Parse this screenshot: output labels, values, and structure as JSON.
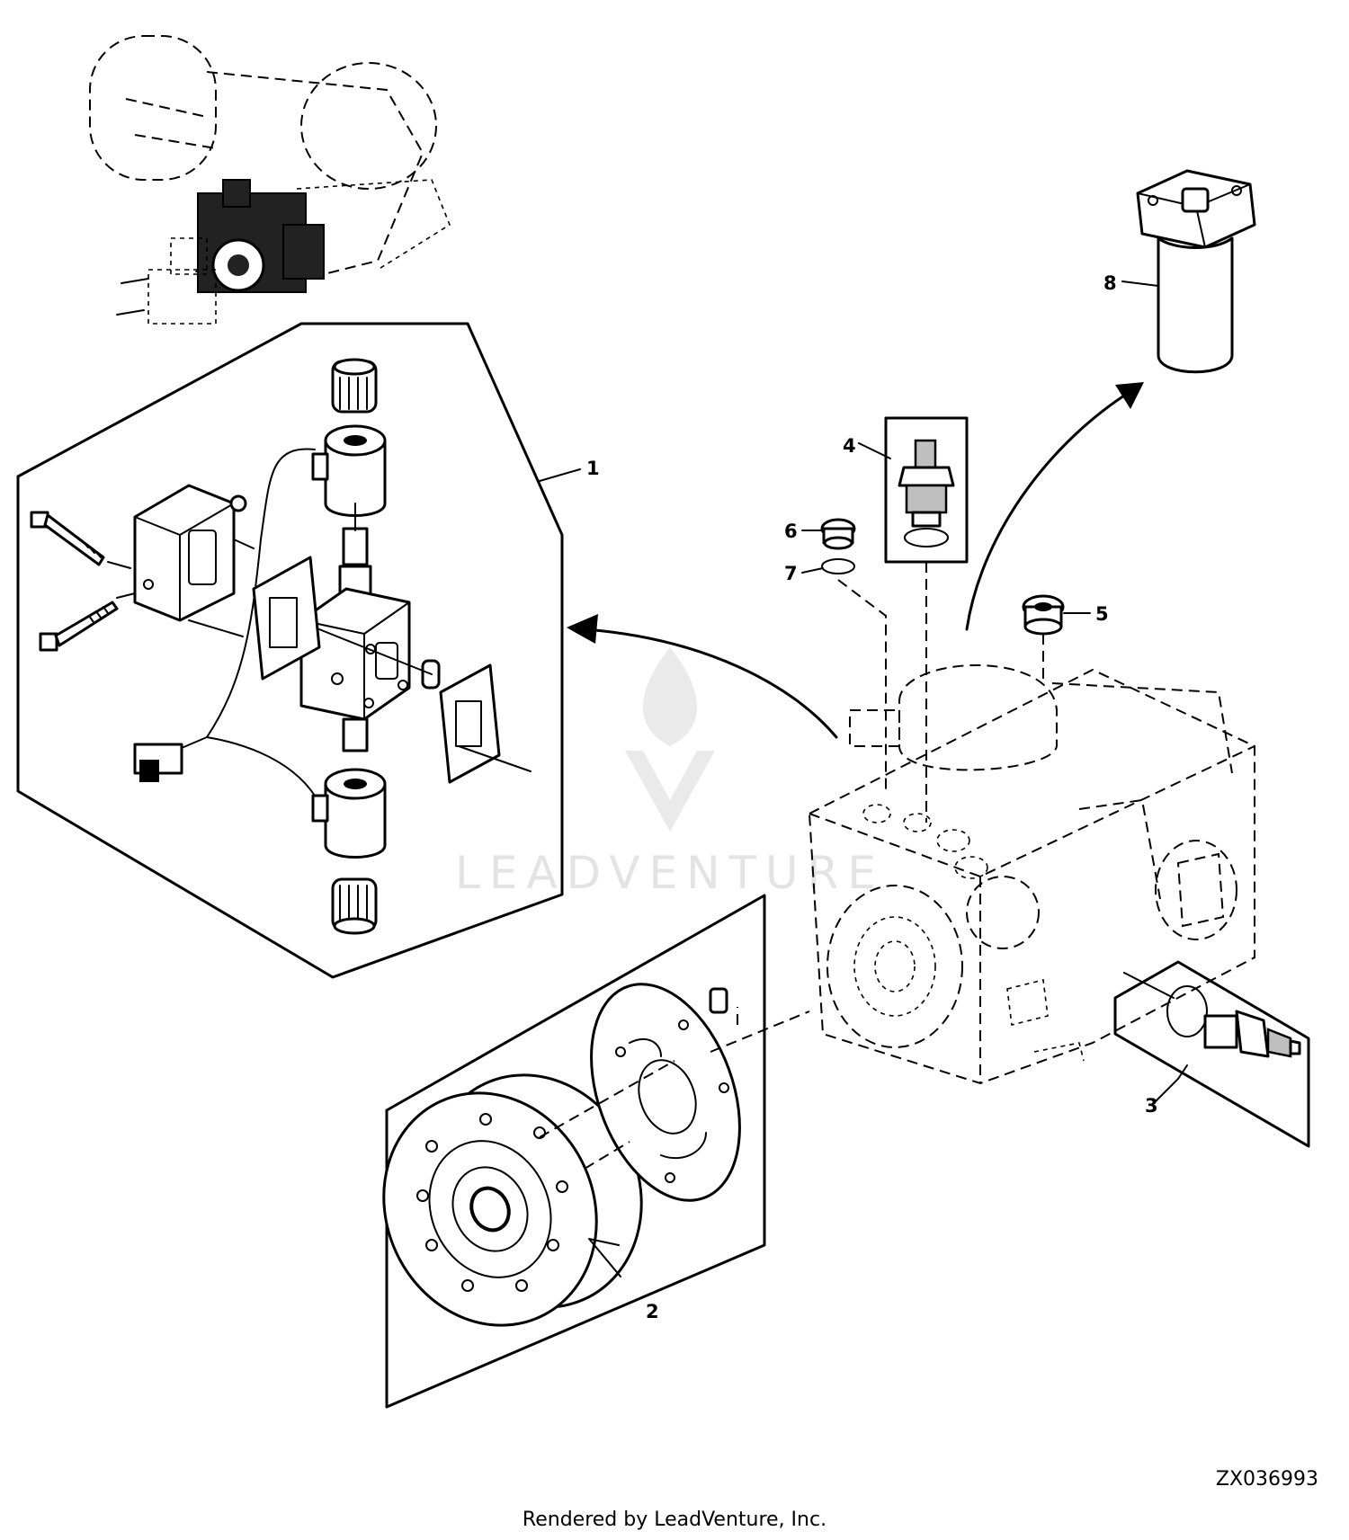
{
  "diagram": {
    "callouts": [
      {
        "id": "1",
        "label": "1"
      },
      {
        "id": "2",
        "label": "2"
      },
      {
        "id": "3",
        "label": "3"
      },
      {
        "id": "4",
        "label": "4"
      },
      {
        "id": "5",
        "label": "5"
      },
      {
        "id": "6",
        "label": "6"
      },
      {
        "id": "7",
        "label": "7"
      },
      {
        "id": "8",
        "label": "8"
      }
    ],
    "figure_code": "ZX036993",
    "rendered_by": "Rendered by LeadVenture, Inc.",
    "watermark": "LEADVENTURE"
  }
}
